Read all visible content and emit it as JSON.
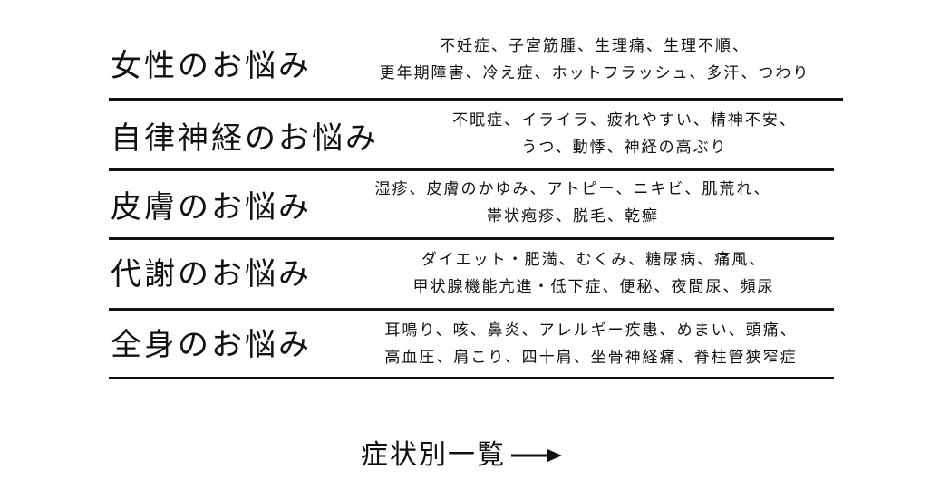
{
  "categories": [
    {
      "title": "女性のお悩み",
      "lines": [
        "不妊症、子宮筋腫、生理痛、生理不順、",
        "更年期障害、冷え症、ホットフラッシュ、多汗、つわり"
      ]
    },
    {
      "title": "自律神経のお悩み",
      "lines": [
        "不眠症、イライラ、疲れやすい、精神不安、",
        "うつ、動悸、神経の高ぶり"
      ]
    },
    {
      "title": "皮膚のお悩み",
      "lines": [
        "湿疹、皮膚のかゆみ、アトピー、ニキビ、肌荒れ、",
        "帯状疱疹、脱毛、乾癬"
      ]
    },
    {
      "title": "代謝のお悩み",
      "lines": [
        "ダイエット・肥満、むくみ、糖尿病、痛風、",
        "甲状腺機能亢進・低下症、便秘、夜間尿、頻尿"
      ]
    },
    {
      "title": "全身のお悩み",
      "lines": [
        "耳鳴り、咳、鼻炎、アレルギー疾患、めまい、頭痛、",
        "高血圧、肩こり、四十肩、坐骨神経痛、脊柱管狭窄症"
      ]
    }
  ],
  "symptom_link": {
    "label": "症状別一覧",
    "icon": "arrow-right-icon"
  }
}
